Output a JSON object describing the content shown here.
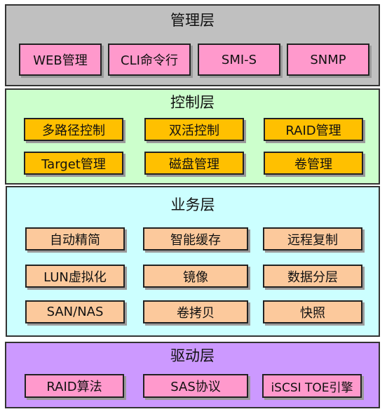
{
  "layers": {
    "management": {
      "title": "管理层",
      "items": [
        "WEB管理",
        "CLI命令行",
        "SMI-S",
        "SNMP"
      ]
    },
    "control": {
      "title": "控制层",
      "items": [
        "多路径控制",
        "双活控制",
        "RAID管理",
        "Target管理",
        "磁盘管理",
        "卷管理"
      ]
    },
    "service": {
      "title": "业务层",
      "items": [
        "自动精简",
        "智能缓存",
        "远程复制",
        "LUN虚拟化",
        "镜像",
        "数据分层",
        "SAN/NAS",
        "卷拷贝",
        "快照"
      ]
    },
    "driver": {
      "title": "驱动层",
      "items": [
        "RAID算法",
        "SAS协议",
        "iSCSI TOE引擎"
      ]
    }
  },
  "colors": {
    "management_bg": "#c0c0c0",
    "management_box": "#ff99cc",
    "control_bg": "#ccffcc",
    "control_box": "#ffc000",
    "service_bg": "#ccffff",
    "service_box": "#fcc99c",
    "driver_bg": "#cc99ff",
    "driver_box": "#ff99cc"
  }
}
